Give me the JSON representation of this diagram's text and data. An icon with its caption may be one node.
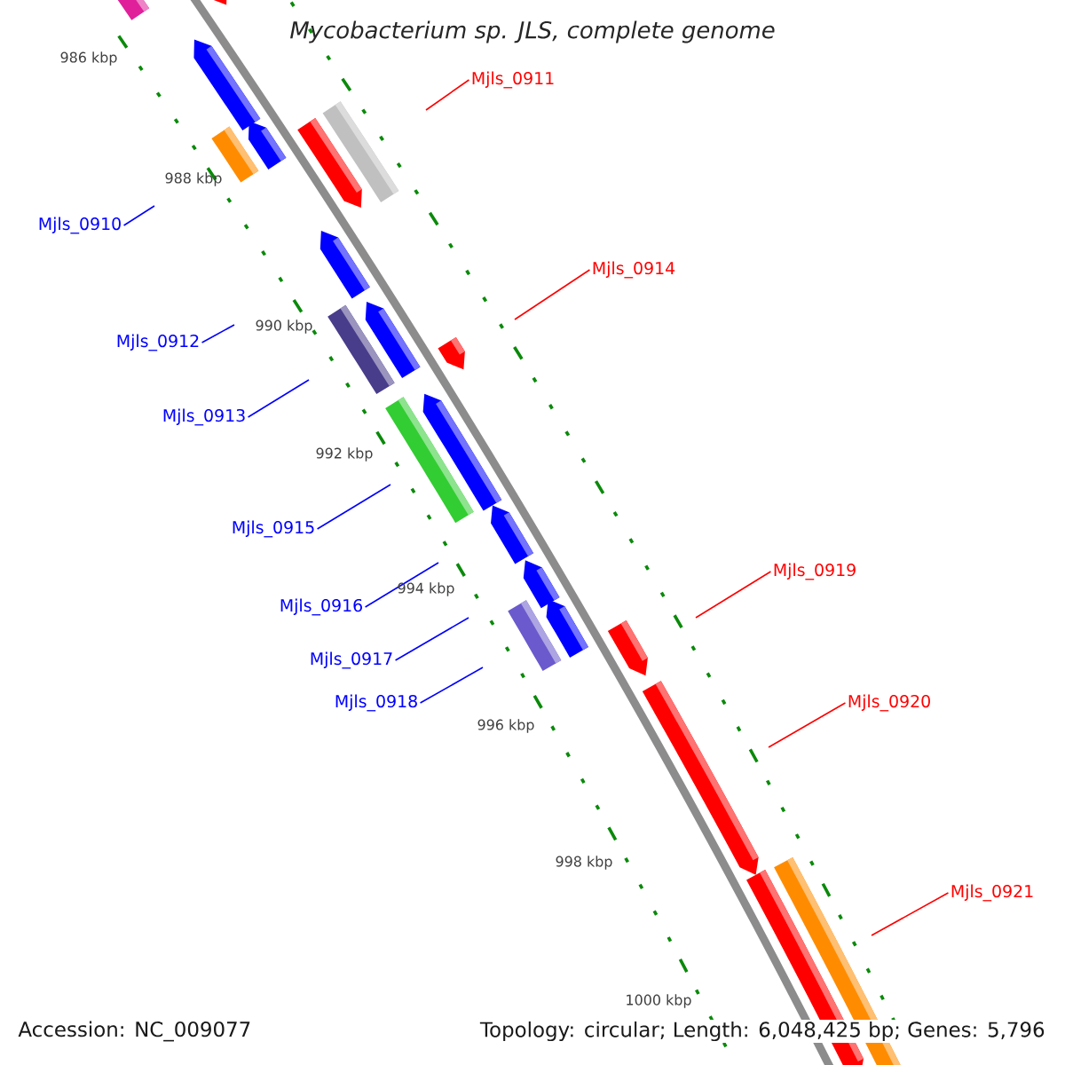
{
  "diagram": {
    "title": "Mycobacterium sp. JLS, complete genome",
    "nodes": [
      {
        "text": [
          "Mjls_0911"
        ]
      },
      {
        "text": [
          "Mjls_0910"
        ]
      },
      {
        "text": [
          "Mjls_0914"
        ]
      },
      {
        "text": [
          "Mjls_0912"
        ]
      },
      {
        "text": [
          "Mjls_0913"
        ]
      },
      {
        "text": [
          "Mjls_0915"
        ]
      },
      {
        "text": [
          "Mjls_0919"
        ]
      },
      {
        "text": [
          "Mjls_0916"
        ]
      },
      {
        "text": [
          "Mjls_0917"
        ]
      },
      {
        "text": [
          "Mjls_0920"
        ]
      },
      {
        "text": [
          "Mjls_0918"
        ]
      },
      {
        "text": [
          "Mjls_0921"
        ]
      }
    ],
    "edges": [
      {
        "from": 0,
        "to": null,
        "arrow": "none",
        "color": "#ff0000"
      },
      {
        "from": 1,
        "to": null,
        "arrow": "none"
      },
      {
        "from": 2,
        "to": null,
        "arrow": "none",
        "color": "#ff0000"
      },
      {
        "from": 3,
        "to": null,
        "arrow": "none"
      },
      {
        "from": 4,
        "to": null,
        "arrow": "none"
      },
      {
        "from": 5,
        "to": null,
        "arrow": "none"
      },
      {
        "from": 6,
        "to": null,
        "arrow": "none",
        "color": "#ff0000"
      },
      {
        "from": 7,
        "to": null,
        "arrow": "none"
      },
      {
        "from": 8,
        "to": null,
        "arrow": "none"
      },
      {
        "from": 9,
        "to": null,
        "arrow": "none",
        "color": "#ff0000"
      },
      {
        "from": 10,
        "to": null,
        "arrow": "none"
      },
      {
        "from": 11,
        "to": null,
        "arrow": "none",
        "color": "#ff0000"
      }
    ],
    "labels": [
      "986 kbp",
      "988 kbp",
      "990 kbp",
      "992 kbp",
      "994 kbp",
      "996 kbp",
      "998 kbp",
      "1000 kbp",
      "Accession: NC_009077",
      "Topology: circular; Length: 6,048,425 bp; Genes: 5,796"
    ]
  }
}
